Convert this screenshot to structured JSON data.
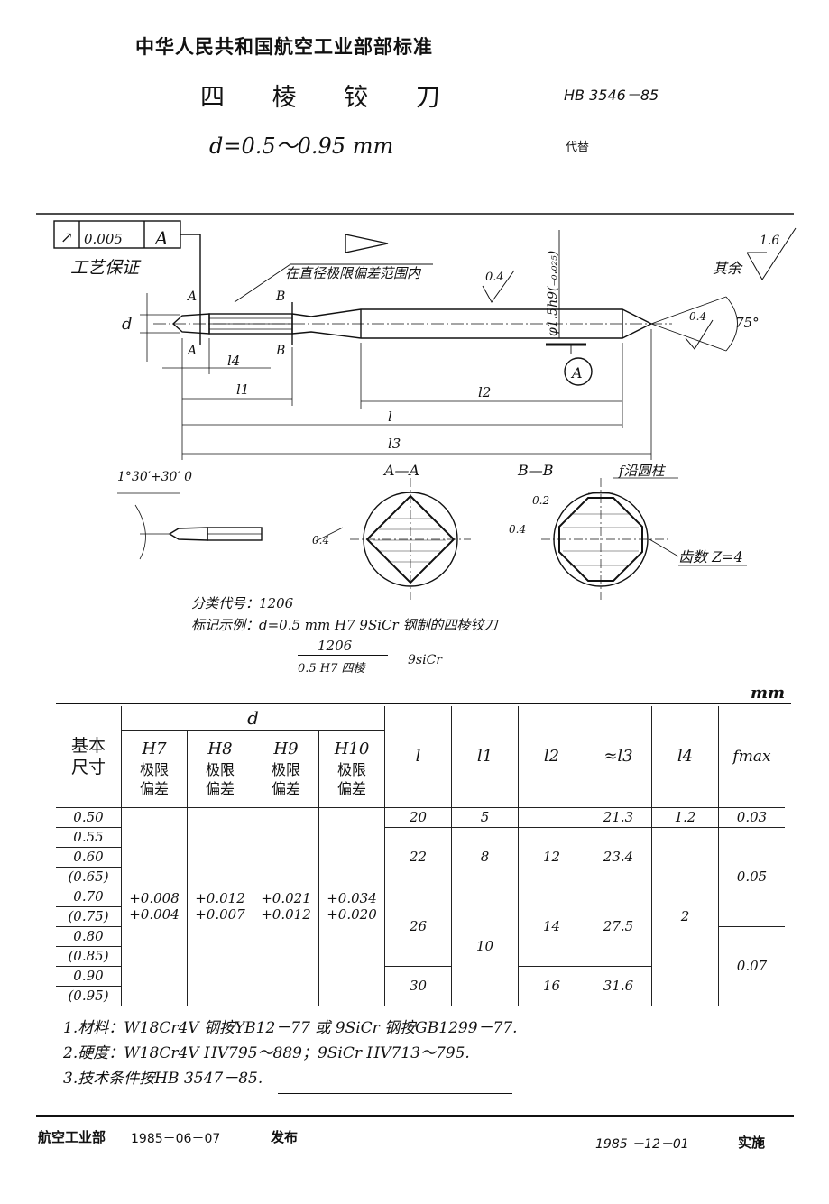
{
  "header": {
    "ministry_standard": "中华人民共和国航空工业部部标准",
    "title": "四 棱 铰 刀",
    "range": "d=0.5～0.95 mm",
    "std_no": "HB 3546－85",
    "replaces": "代替"
  },
  "drawing": {
    "runout_tol": "0.005",
    "datum": "A",
    "runout_symbol": "↗",
    "process_guarantee": "工艺保证",
    "dia_note": "在直径极限偏差范围内",
    "roughness_04": "0.4",
    "shank_dia": "φ1.5h9(₋₀.₀₂₅)",
    "other_rough_label": "其余",
    "other_rough_val": "1.6",
    "tip_rough": "0.4",
    "angle": "75°",
    "sec_a": "A",
    "sec_b": "B",
    "sec_a_label": "A—A",
    "sec_b_label": "B—B",
    "dim_d": "d",
    "dim_l4": "l4",
    "dim_l1": "l1",
    "dim_l2": "l2",
    "dim_l": "l",
    "dim_l3": "l3",
    "taper_angle": "1°30′+30′ 0",
    "f_label": "f沿圆柱",
    "sec_rough_a": "0.4",
    "sec_rough_b1": "0.4",
    "sec_rough_b2": "0.2",
    "teeth": "齿数 Z=4"
  },
  "classification": {
    "code_line": "分类代号：1206",
    "example_line": "标记示例：d=0.5 mm H7 9SiCr 钢制的四棱铰刀",
    "mark_top": "1206",
    "mark_bottom": "0.5 H7 四棱",
    "mark_mat": "9siCr"
  },
  "table": {
    "unit": "mm",
    "head_d": "d",
    "head_base": "基本尺寸",
    "grades": [
      "H7",
      "H8",
      "H9",
      "H10"
    ],
    "grade_sub": "极限偏差",
    "cols": [
      "l",
      "l1",
      "l2",
      "≈l3",
      "l4",
      "fmax"
    ],
    "sizes": [
      "0.50",
      "0.55",
      "0.60",
      "(0.65)",
      "0.70",
      "(0.75)",
      "0.80",
      "(0.85)",
      "0.90",
      "(0.95)"
    ],
    "dev": [
      {
        "upper": "+0.008",
        "lower": "+0.004"
      },
      {
        "upper": "+0.012",
        "lower": "+0.007"
      },
      {
        "upper": "+0.021",
        "lower": "+0.012"
      },
      {
        "upper": "+0.034",
        "lower": "+0.020"
      }
    ],
    "l": [
      "20",
      "22",
      "26",
      "30"
    ],
    "l1": [
      "5",
      "8",
      "10"
    ],
    "l2": [
      "12",
      "14",
      "16"
    ],
    "l3": [
      "21.3",
      "23.4",
      "27.5",
      "31.6"
    ],
    "l4": [
      "1.2",
      "2"
    ],
    "fmax": [
      "0.03",
      "0.05",
      "0.07"
    ]
  },
  "notes": [
    "1.材料：W18Cr4V 钢按YB12－77 或 9SiCr 钢按GB1299－77.",
    "2.硬度：W18Cr4V HV795～889；9SiCr HV713～795.",
    "3.技术条件按HB 3547－85."
  ],
  "footer": {
    "issuer": "航空工业部",
    "issue_date": "1985－06－07",
    "issue_word": "发布",
    "impl_date": "1985 －12－01",
    "impl_word": "实施"
  }
}
